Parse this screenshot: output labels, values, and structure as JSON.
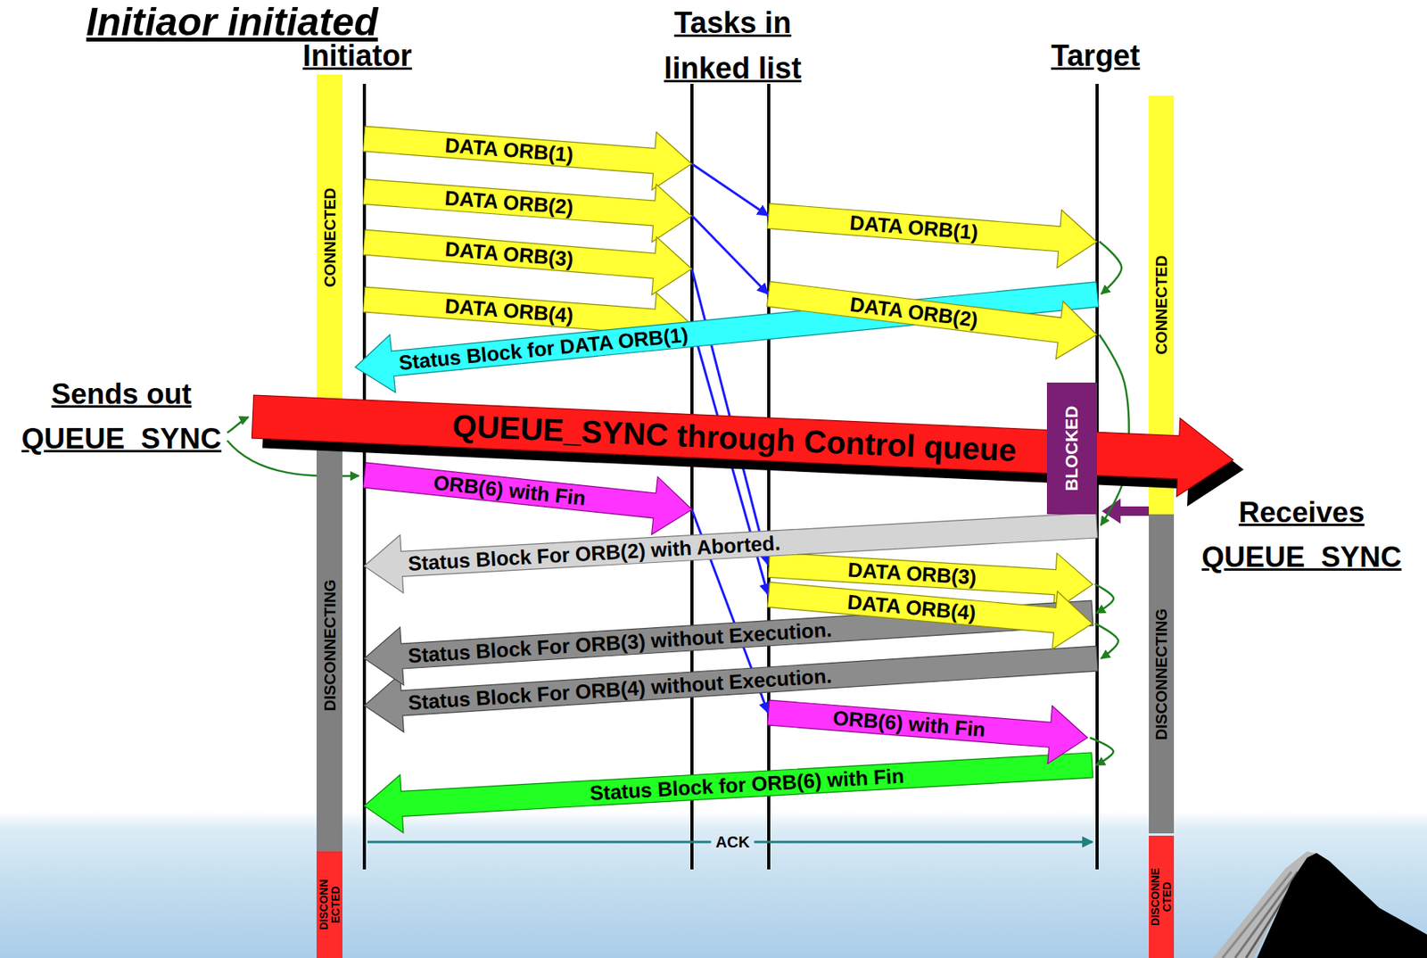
{
  "diagram": {
    "title": "Initiaor initiated",
    "nodes": [
      {
        "text": [
          "CONNECTED"
        ]
      },
      {
        "text": [
          "DISCONNECTING"
        ]
      },
      {
        "text": [
          "DISCONN ECTED"
        ]
      },
      {
        "text": [
          "CONNECTED"
        ]
      },
      {
        "text": [
          "DISCONNECTING"
        ]
      },
      {
        "text": [
          "DISCONNE CTED"
        ]
      },
      {
        "text": [
          "DATA ORB(1)"
        ]
      },
      {
        "text": [
          "DATA ORB(2)"
        ]
      },
      {
        "text": [
          "DATA ORB(3)"
        ]
      },
      {
        "text": [
          "DATA ORB(4)"
        ]
      },
      {
        "text": [
          "DATA ORB(1)"
        ]
      },
      {
        "text": [
          "DATA ORB(2)"
        ]
      },
      {
        "text": [
          "Status Block for DATA ORB(1)"
        ]
      },
      {
        "text": [
          "QUEUE_SYNC through Control queue"
        ]
      },
      {
        "text": [
          "BLOCKED"
        ]
      },
      {
        "text": [
          "ORB(6) with Fin"
        ]
      },
      {
        "text": [
          "Status Block For ORB(2) with Aborted."
        ]
      },
      {
        "text": [
          "DATA ORB(3)"
        ]
      },
      {
        "text": [
          "DATA ORB(4)"
        ]
      },
      {
        "text": [
          "Status Block For ORB(3) without Execution."
        ]
      },
      {
        "text": [
          "Status Block For ORB(4) without Execution."
        ]
      },
      {
        "text": [
          "ORB(6) with Fin"
        ]
      },
      {
        "text": [
          "Status Block for ORB(6) with Fin"
        ]
      }
    ],
    "edges": [
      {
        "from": 6,
        "to": 10,
        "arrow": "to"
      },
      {
        "from": 7,
        "to": 11,
        "arrow": "to"
      },
      {
        "from": 8,
        "to": 17,
        "arrow": "to"
      },
      {
        "from": 9,
        "to": 18,
        "arrow": "to"
      },
      {
        "from": 15,
        "to": 21,
        "arrow": "to"
      },
      {
        "from": 10,
        "to": 12,
        "arrow": "to"
      },
      {
        "from": 11,
        "to": 16,
        "arrow": "to"
      },
      {
        "from": 17,
        "to": 19,
        "arrow": "to"
      },
      {
        "from": 18,
        "to": 20,
        "arrow": "to"
      },
      {
        "from": 21,
        "to": 22,
        "arrow": "to"
      }
    ],
    "labels": [
      "Initiator",
      "Tasks in linked list",
      "Target",
      "Sends out QUEUE_SYNC",
      "Receives QUEUE_SYNC",
      "ACK"
    ]
  }
}
